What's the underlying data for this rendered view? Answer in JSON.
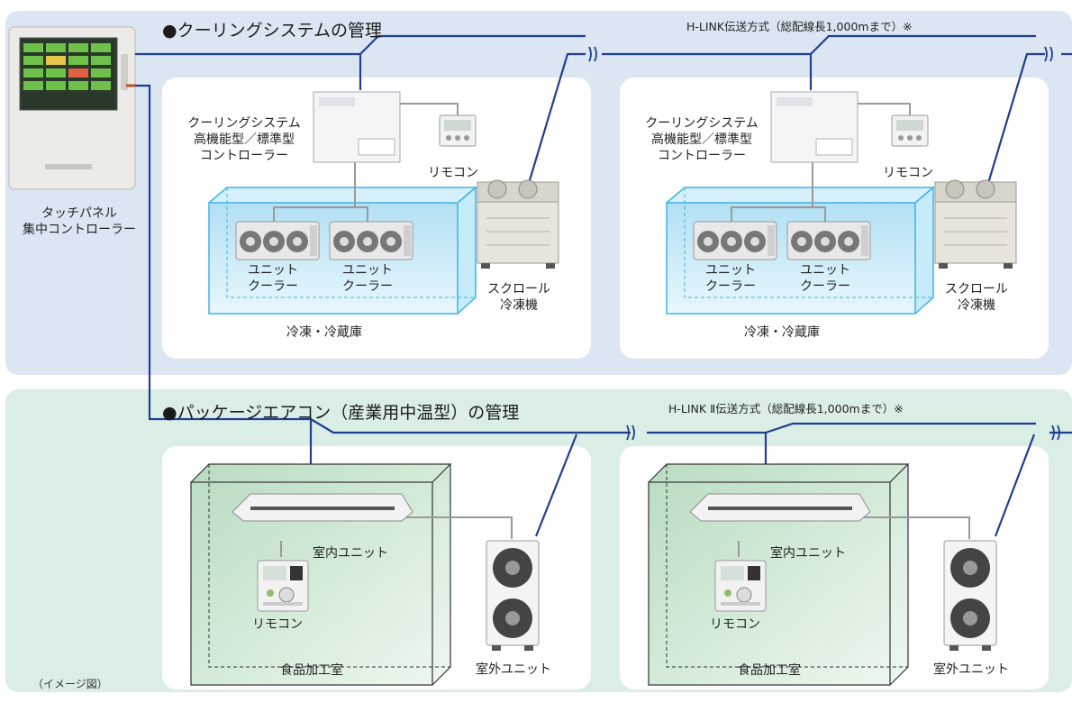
{
  "central_controller": {
    "label_line1": "タッチパネル",
    "label_line2": "集中コントローラー"
  },
  "cooling_section": {
    "title": "●クーリングシステムの管理",
    "transmission": "H-LINK伝送方式（総配線長1,000mまで）※",
    "controller_label": [
      "クーリングシステム",
      "高機能型／標準型",
      "コントローラー"
    ],
    "remote_label": "リモコン",
    "unit_cooler_label": [
      "ユニット",
      "クーラー"
    ],
    "outdoor_label": [
      "スクロール",
      "冷凍機"
    ],
    "room_label": "冷凍・冷蔵庫"
  },
  "aircon_section": {
    "title": "●パッケージエアコン（産業用中温型）の管理",
    "transmission": "H-LINK Ⅱ伝送方式（総配線長1,000mまで）※",
    "indoor_label": "室内ユニット",
    "remote_label": "リモコン",
    "room_label": "食品加工室",
    "outdoor_label": "室外ユニット"
  },
  "image_note": "（イメージ図）",
  "colors": {
    "line_blue": "#1f3f91",
    "gray_line": "#9a9a9a",
    "cold_room": "#bfe6f7",
    "process_room": "#cfe8d4"
  }
}
